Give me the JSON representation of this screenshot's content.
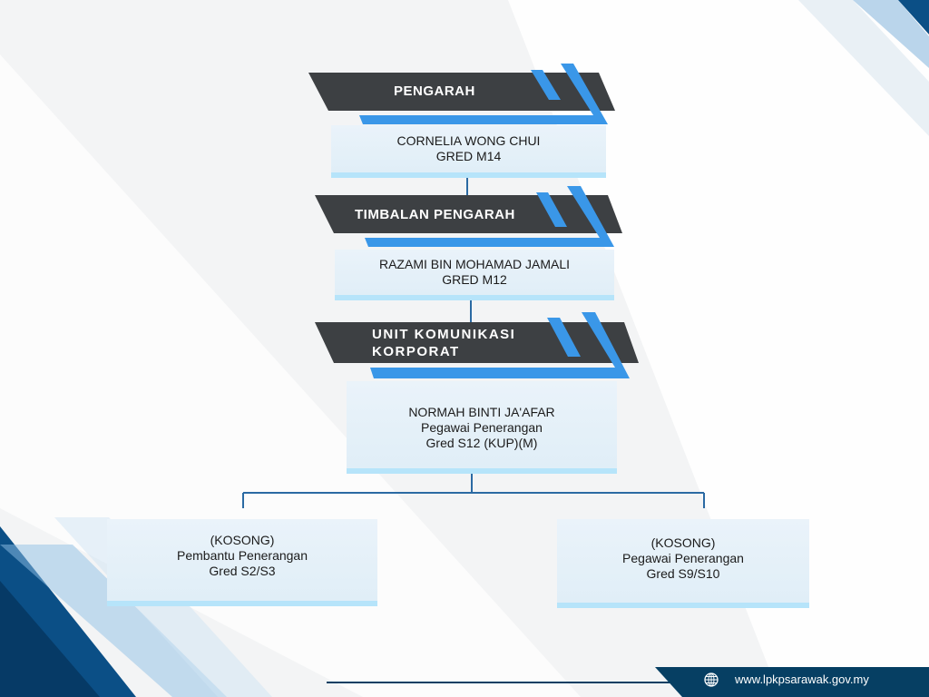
{
  "chart": {
    "director": {
      "title": "PENGARAH",
      "name": "CORNELIA WONG CHUI",
      "grade": "GRED M14"
    },
    "deputy": {
      "title": "TIMBALAN PENGARAH",
      "name": "RAZAMI BIN MOHAMAD JAMALI",
      "grade": "GRED M12"
    },
    "unit": {
      "title_line1": "UNIT KOMUNIKASI",
      "title_line2": "KORPORAT",
      "name": "NORMAH BINTI JA'AFAR",
      "position": "Pegawai Penerangan",
      "grade": "Gred S12 (KUP)(M)"
    },
    "left": {
      "name": "(KOSONG)",
      "position": "Pembantu Penerangan",
      "grade": "Gred S2/S3"
    },
    "right": {
      "name": "(KOSONG)",
      "position": "Pegawai Penerangan",
      "grade": "Gred S9/S10"
    }
  },
  "footer": {
    "url": "www.lpkpsarawak.gov.my",
    "icon": "globe-icon"
  },
  "colors": {
    "dark": "#3d4043",
    "accent": "#3a97e8",
    "navy": "#063f63",
    "box": "#e3eff7"
  }
}
